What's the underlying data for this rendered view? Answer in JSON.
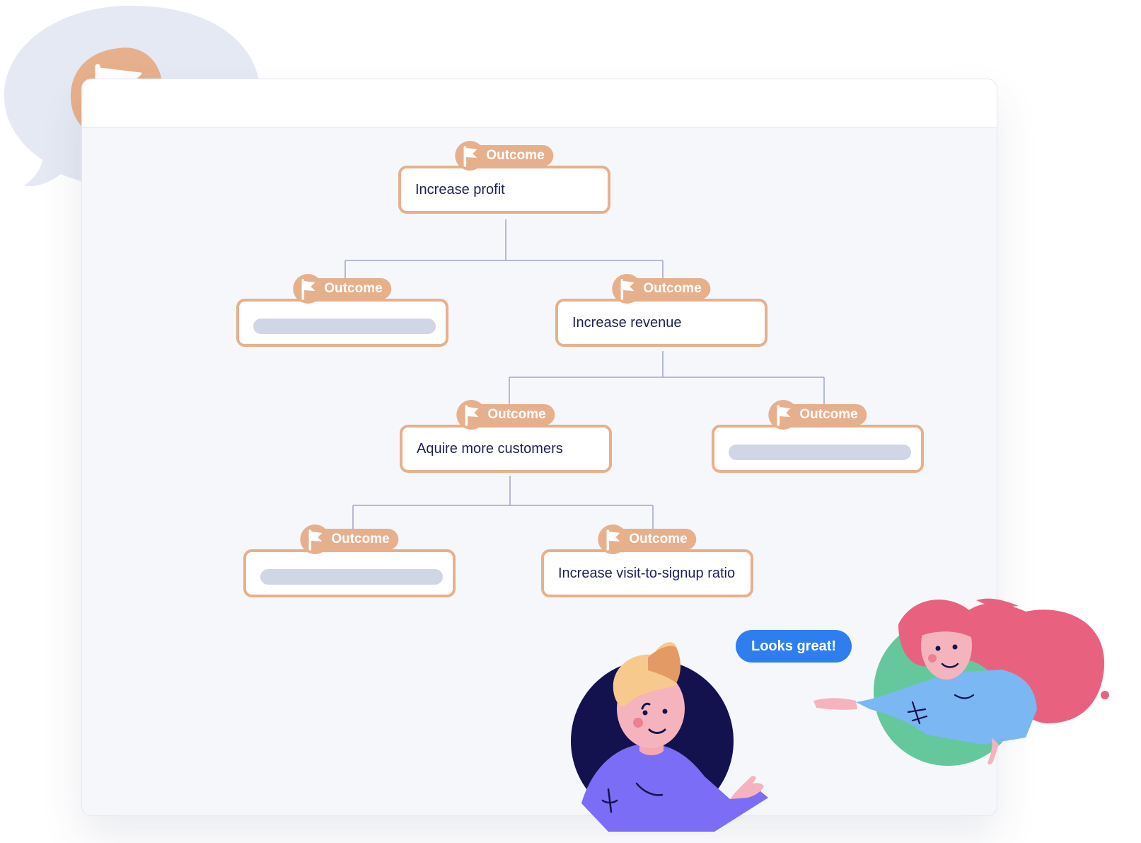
{
  "colors": {
    "node_border": "#e7b08d",
    "node_text": "#1d2152",
    "placeholder": "#d1d6e6",
    "connector": "#9ea6c4",
    "canvas": "#f6f7fb",
    "speech_bubble": "#e5e9f3",
    "chat_bubble": "#2f7ef0"
  },
  "tree": {
    "root": {
      "badge": "Outcome",
      "text": "Increase profit"
    },
    "level1_left": {
      "badge": "Outcome",
      "text": ""
    },
    "level1_right": {
      "badge": "Outcome",
      "text": "Increase revenue"
    },
    "level2_left": {
      "badge": "Outcome",
      "text": "Aquire more customers"
    },
    "level2_right": {
      "badge": "Outcome",
      "text": ""
    },
    "level3_left": {
      "badge": "Outcome",
      "text": ""
    },
    "level3_right": {
      "badge": "Outcome",
      "text": "Increase visit-to-signup ratio"
    }
  },
  "chat": {
    "message": "Looks great!"
  },
  "icons": {
    "badge": "flag-icon",
    "bubble": "flag-icon"
  }
}
